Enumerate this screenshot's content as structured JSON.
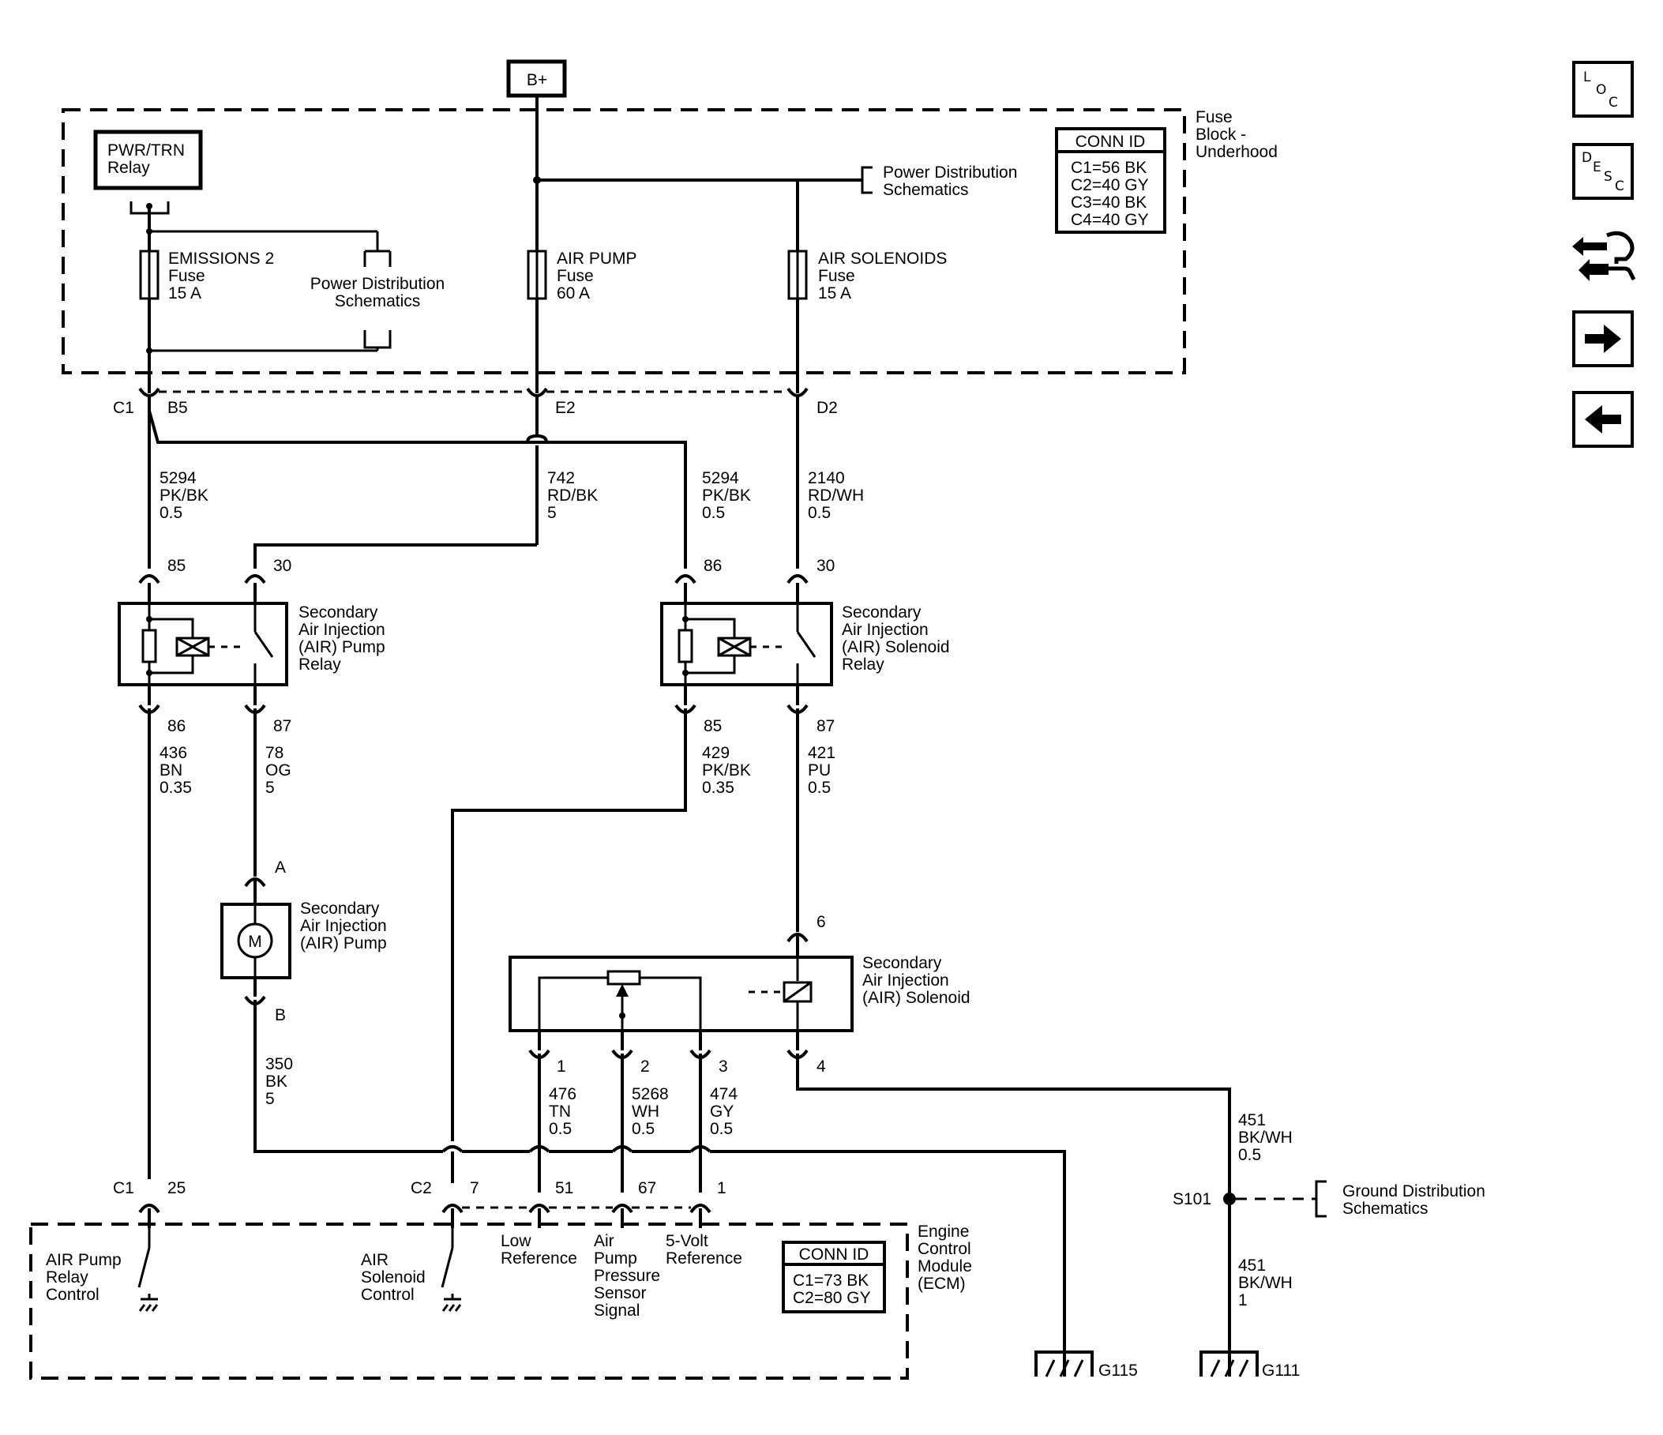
{
  "battery": "B+",
  "fuse_block": {
    "title_lines": [
      "Fuse",
      "Block -",
      "Underhood"
    ],
    "conn_id_title": "CONN ID",
    "conn_ids": [
      "C1=56 BK",
      "C2=40 GY",
      "C3=40 BK",
      "C4=40 GY"
    ],
    "pwr_trn_relay": [
      "PWR/TRN",
      "Relay"
    ],
    "fuses": [
      {
        "lines": [
          "EMISSIONS 2",
          "Fuse",
          "15 A"
        ]
      },
      {
        "lines": [
          "AIR PUMP",
          "Fuse",
          "60 A"
        ]
      },
      {
        "lines": [
          "AIR SOLENOIDS",
          "Fuse",
          "15 A"
        ]
      }
    ],
    "power_dist_ref_inner": [
      "Power Distribution",
      "Schematics"
    ],
    "power_dist_ref_top": [
      "Power Distribution",
      "Schematics"
    ],
    "connector": "C1",
    "pins": [
      "B5",
      "E2",
      "D2"
    ]
  },
  "wires": {
    "w5294_a": [
      "5294",
      "PK/BK",
      "0.5"
    ],
    "w742": [
      "742",
      "RD/BK",
      "5"
    ],
    "w5294_b": [
      "5294",
      "PK/BK",
      "0.5"
    ],
    "w2140": [
      "2140",
      "RD/WH",
      "0.5"
    ],
    "w436": [
      "436",
      "BN",
      "0.35"
    ],
    "w78": [
      "78",
      "OG",
      "5"
    ],
    "w429": [
      "429",
      "PK/BK",
      "0.35"
    ],
    "w421": [
      "421",
      "PU",
      "0.5"
    ],
    "w350": [
      "350",
      "BK",
      "5"
    ],
    "w476": [
      "476",
      "TN",
      "0.5"
    ],
    "w5268": [
      "5268",
      "WH",
      "0.5"
    ],
    "w474": [
      "474",
      "GY",
      "0.5"
    ],
    "w451_a": [
      "451",
      "BK/WH",
      "0.5"
    ],
    "w451_b": [
      "451",
      "BK/WH",
      "1"
    ]
  },
  "pump_relay": {
    "label": [
      "Secondary",
      "Air Injection",
      "(AIR) Pump",
      "Relay"
    ],
    "pins": [
      "85",
      "30",
      "86",
      "87"
    ]
  },
  "solenoid_relay": {
    "label": [
      "Secondary",
      "Air Injection",
      "(AIR) Solenoid",
      "Relay"
    ],
    "pins": [
      "86",
      "30",
      "85",
      "87"
    ]
  },
  "air_pump": {
    "label": [
      "Secondary",
      "Air Injection",
      "(AIR) Pump"
    ],
    "motor": "M",
    "pins": [
      "A",
      "B"
    ]
  },
  "air_solenoid": {
    "label": [
      "Secondary",
      "Air Injection",
      "(AIR) Solenoid"
    ],
    "pins": [
      "6",
      "1",
      "2",
      "3",
      "4"
    ]
  },
  "ecm": {
    "title_lines": [
      "Engine",
      "Control",
      "Module",
      "(ECM)"
    ],
    "conn_id_title": "CONN ID",
    "conn_ids": [
      "C1=73 BK",
      "C2=80 GY"
    ],
    "c1": "C1",
    "c1_pin": "25",
    "c2": "C2",
    "c2_pins": [
      "7",
      "51",
      "67",
      "1"
    ],
    "pump_control": [
      "AIR Pump",
      "Relay",
      "Control"
    ],
    "solenoid_control": [
      "AIR",
      "Solenoid",
      "Control"
    ],
    "low_ref": [
      "Low",
      "Reference"
    ],
    "sensor_signal": [
      "Air",
      "Pump",
      "Pressure",
      "Sensor",
      "Signal"
    ],
    "five_volt": [
      "5-Volt",
      "Reference"
    ]
  },
  "splice": "S101",
  "ground_dist": [
    "Ground Distribution",
    "Schematics"
  ],
  "grounds": [
    "G115",
    "G111"
  ],
  "nav_buttons": [
    {
      "name": "loc-button",
      "letters": [
        "L",
        "O",
        "C"
      ]
    },
    {
      "name": "desc-button",
      "letters": [
        "D",
        "E",
        "S",
        "C"
      ]
    },
    {
      "name": "connector-view-button",
      "icon": "plug-wrench-icon"
    },
    {
      "name": "next-button",
      "icon": "arrow-right-icon"
    },
    {
      "name": "back-button",
      "icon": "arrow-left-icon"
    }
  ]
}
